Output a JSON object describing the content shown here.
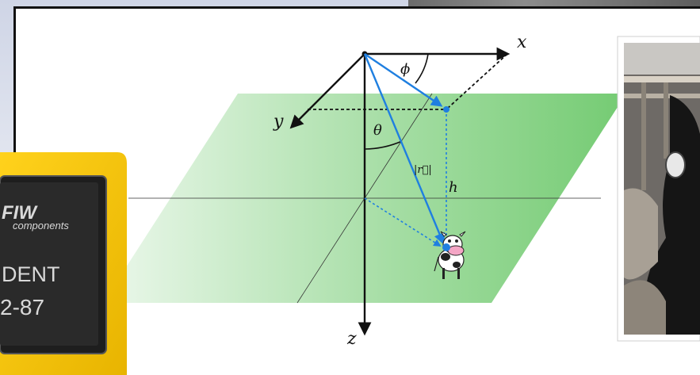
{
  "diagram": {
    "axis_labels": {
      "x": "x",
      "y": "y",
      "z": "z"
    },
    "angle_labels": {
      "phi": "ϕ",
      "theta": "θ"
    },
    "vector_label": "|r⃗|",
    "height_label": "h"
  },
  "device": {
    "brand": "FIW",
    "subtitle": "components",
    "line1": "DENT",
    "line2": "2-87"
  },
  "colors": {
    "plane": "#5cc25a",
    "vector": "#1f7fe0",
    "device_yellow": "#f5c400",
    "background": "#d3d8e8"
  },
  "icons": [
    "cow-icon"
  ]
}
